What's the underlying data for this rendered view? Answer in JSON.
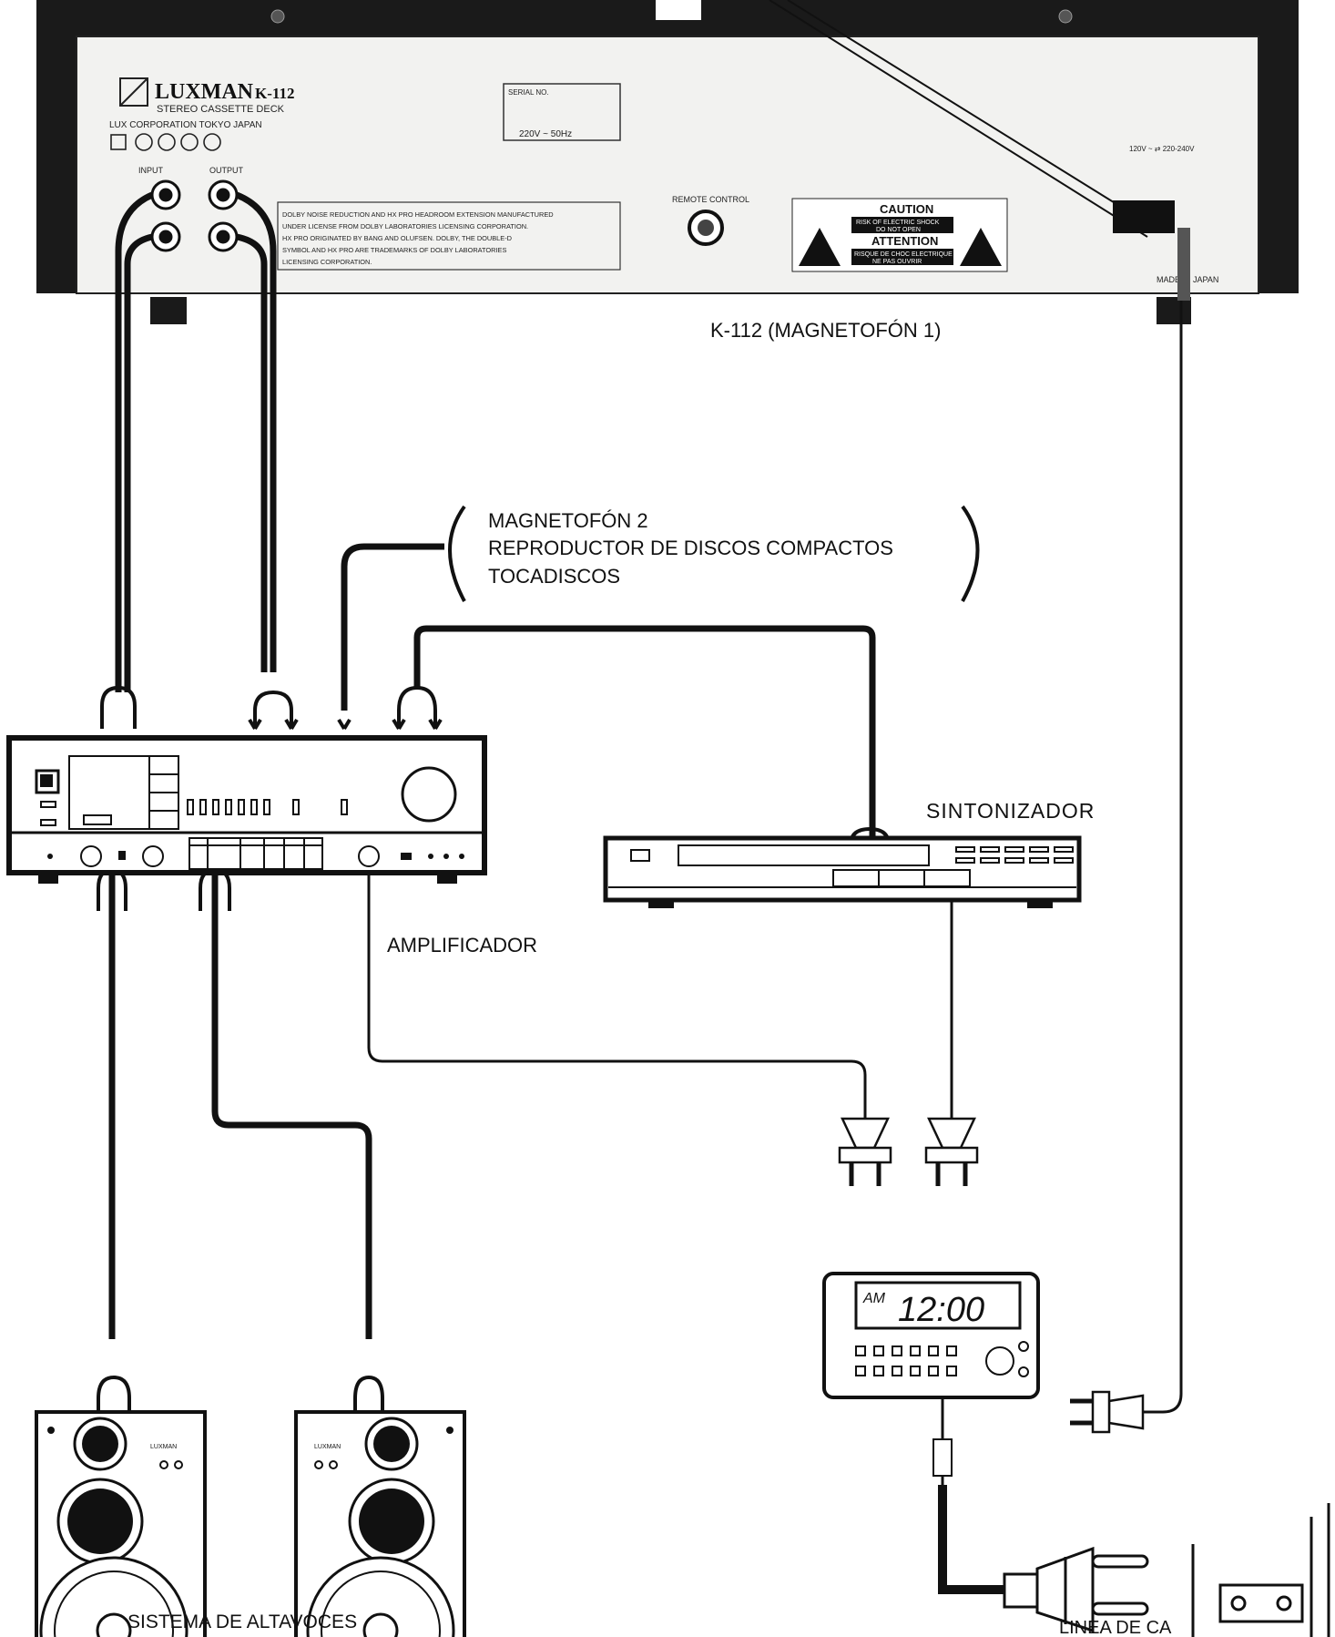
{
  "deck": {
    "caption": "K-112 (MAGNETOFÓN 1)",
    "brand": "LUXMAN",
    "model": "K-112",
    "subtitle": "STEREO CASSETTE DECK",
    "maker": "LUX CORPORATION  TOKYO  JAPAN",
    "serial_label": "SERIAL NO.",
    "voltage_box": "220V  ~  50Hz",
    "input_label": "INPUT",
    "output_label": "OUTPUT",
    "remote_label": "REMOTE CONTROL",
    "license_text": [
      "DOLBY NOISE REDUCTION AND HX PRO HEADROOM EXTENSION MANUFACTURED",
      "UNDER LICENSE FROM DOLBY LABORATORIES LICENSING CORPORATION.",
      "HX PRO ORIGINATED BY BANG AND OLUFSEN. DOLBY, THE DOUBLE-D",
      "SYMBOL AND HX PRO ARE TRADEMARKS OF DOLBY LABORATORIES",
      "LICENSING CORPORATION."
    ],
    "caution": "CAUTION",
    "caution_sub": [
      "RISK OF ELECTRIC SHOCK",
      "DO NOT OPEN"
    ],
    "attention": "ATTENTION",
    "attention_sub": [
      "RISQUE DE CHOC ELECTRIQUE",
      "NE PAS OUVRIR"
    ],
    "power_label": "120V ~ ⇄ 220-240V",
    "made_in": "MADE IN JAPAN"
  },
  "sources": {
    "lines": [
      "MAGNETOFÓN 2",
      "REPRODUCTOR DE DISCOS COMPACTOS",
      "TOCADISCOS"
    ]
  },
  "tuner": {
    "label": "SINTONIZADOR"
  },
  "amplifier": {
    "label": "AMPLIFICADOR"
  },
  "timer": {
    "ampm": "AM",
    "time": "12:00"
  },
  "speakers": {
    "label": "SISTEMA DE ALTAVOCES",
    "brand": "LUXMAN"
  },
  "mains": {
    "label": "LINEA DE CA"
  },
  "colors": {
    "ink": "#111111",
    "panel": "#f2f2f0",
    "paper": "#ffffff"
  }
}
